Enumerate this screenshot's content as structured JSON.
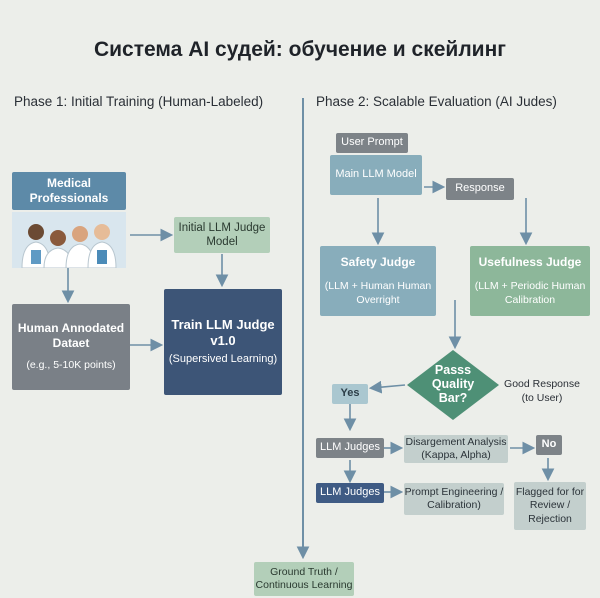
{
  "title": "Система AI судей: обучение и скейлинг",
  "phase1": {
    "heading": "Phase 1: Initial Training (Human-Labeled)",
    "medical_professionals": "Medical Professionals",
    "initial_judge": "Initial LLM Judge Model",
    "human_dataset_title": "Human Annodated Dataet",
    "human_dataset_sub": "(e.g., 5-10K points)",
    "train_title": "Train LLM Judge v1.0",
    "train_sub": "(Supersived Learning)"
  },
  "phase2": {
    "heading": "Phase 2: Scalable Evaluation (AI Judes)",
    "user_prompt": "User Prompt",
    "main_llm": "Main LLM Model",
    "response": "Response",
    "safety_title": "Safety Judge",
    "safety_sub": "(LLM + Human Human Overright",
    "usefulness_title": "Usefulness Judge",
    "usefulness_sub": "(LLM + Periodic Human Calibration",
    "quality_bar": "Passs Quality Bar?",
    "good_response": "Good Response (to User)",
    "yes": "Yes",
    "no": "No",
    "llm_judges_1": "LLM Judges",
    "llm_judges_2": "LLM Judges",
    "disagreement": "Disargement Analysis (Kappa, Alpha)",
    "prompt_eng": "Prompt Engineering / Calibration)",
    "flagged": "Flagged for for Review / Rejection",
    "ground_truth": "Ground Truth / Continuous Learning"
  },
  "colors": {
    "background": "#eceeea",
    "arrow": "#6e8fa6",
    "diamond": "#4e9076"
  }
}
